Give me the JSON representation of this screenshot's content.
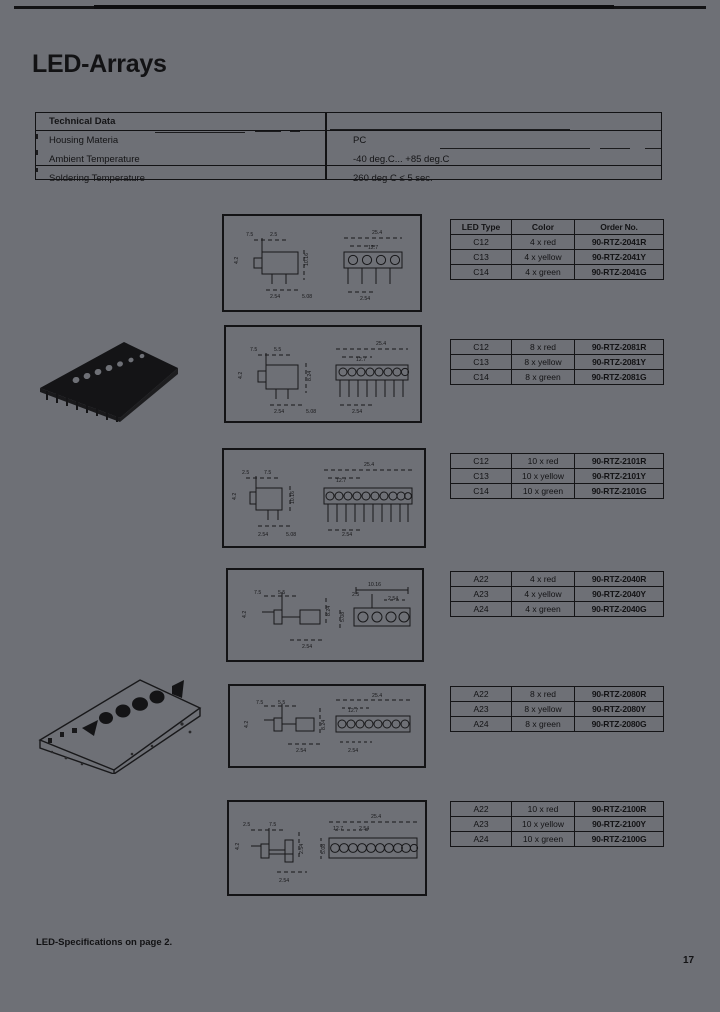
{
  "document": {
    "title": "LED-Arrays",
    "page_number": "17",
    "footer_note": "LED-Specifications on page 2."
  },
  "tech_data": {
    "header_label": "Technical Data",
    "header_value": "",
    "rows": [
      {
        "label": "Housing Materia",
        "value": "PC"
      },
      {
        "label": "Ambient Temperature",
        "value": "-40 deg.C... +85 deg.C"
      },
      {
        "label": "Soldering Temperature",
        "value": "260 deg C ≤ 5 sec."
      }
    ]
  },
  "order_table_headers": {
    "type": "LED Type",
    "color": "Color",
    "order": "Order No."
  },
  "product_groups": [
    {
      "id": "c-series-4",
      "pin_count": 8,
      "led_count": 4,
      "rows": [
        {
          "type": "C12",
          "color": "4 x red",
          "order": "90-RTZ-2041R"
        },
        {
          "type": "C13",
          "color": "4 x yellow",
          "order": "90-RTZ-2041Y"
        },
        {
          "type": "C14",
          "color": "4 x green",
          "order": "90-RTZ-2041G"
        }
      ]
    },
    {
      "id": "c-series-8",
      "pin_count": 16,
      "led_count": 8,
      "rows": [
        {
          "type": "C12",
          "color": "8 x red",
          "order": "90-RTZ-2081R"
        },
        {
          "type": "C13",
          "color": "8 x yellow",
          "order": "90-RTZ-2081Y"
        },
        {
          "type": "C14",
          "color": "8 x green",
          "order": "90-RTZ-2081G"
        }
      ]
    },
    {
      "id": "c-series-10",
      "pin_count": 20,
      "led_count": 10,
      "rows": [
        {
          "type": "C12",
          "color": "10 x red",
          "order": "90-RTZ-2101R"
        },
        {
          "type": "C13",
          "color": "10 x yellow",
          "order": "90-RTZ-2101Y"
        },
        {
          "type": "C14",
          "color": "10 x green",
          "order": "90-RTZ-2101G"
        }
      ]
    },
    {
      "id": "a-series-4",
      "pin_count": 8,
      "led_count": 4,
      "rows": [
        {
          "type": "A22",
          "color": "4 x red",
          "order": "90-RTZ-2040R"
        },
        {
          "type": "A23",
          "color": "4 x yellow",
          "order": "90-RTZ-2040Y"
        },
        {
          "type": "A24",
          "color": "4 x green",
          "order": "90-RTZ-2040G"
        }
      ]
    },
    {
      "id": "a-series-8",
      "pin_count": 16,
      "led_count": 8,
      "rows": [
        {
          "type": "A22",
          "color": "8 x red",
          "order": "90-RTZ-2080R"
        },
        {
          "type": "A23",
          "color": "8 x yellow",
          "order": "90-RTZ-2080Y"
        },
        {
          "type": "A24",
          "color": "8 x green",
          "order": "90-RTZ-2080G"
        }
      ]
    },
    {
      "id": "a-series-10",
      "pin_count": 20,
      "led_count": 10,
      "rows": [
        {
          "type": "A22",
          "color": "10 x red",
          "order": "90-RTZ-2100R"
        },
        {
          "type": "A23",
          "color": "10 x yellow",
          "order": "90-RTZ-2100Y"
        },
        {
          "type": "A24",
          "color": "10 x green",
          "order": "90-RTZ-2100G"
        }
      ]
    }
  ],
  "drawing_dimensions": {
    "group_4": [
      "7.5",
      "2.5",
      "5.08",
      "2.54",
      "10.16",
      "25.4",
      "12.7"
    ],
    "group_8": [
      "7.5",
      "5.5",
      "8.24",
      "5.08",
      "10.16",
      "2.54"
    ],
    "group_10": [
      "2.5",
      "7.5",
      "25.4",
      "12.7",
      "2.54",
      "5.08"
    ]
  },
  "colors": {
    "background": "#6e7076",
    "ink": "#121214",
    "rule": "#141416"
  }
}
